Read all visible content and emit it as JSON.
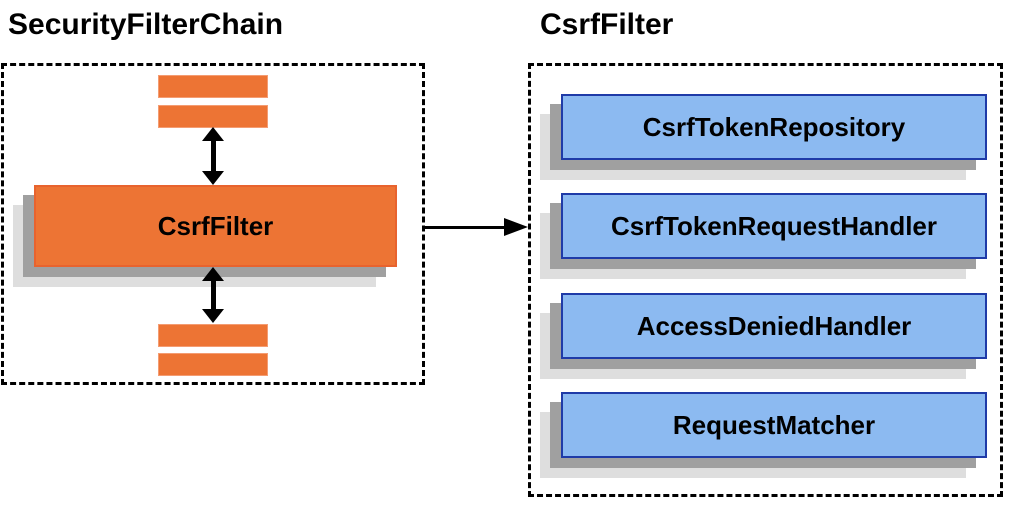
{
  "left_section": {
    "title": "SecurityFilterChain",
    "filter_label": "CsrfFilter"
  },
  "right_section": {
    "title": "CsrfFilter",
    "components": [
      {
        "label": "CsrfTokenRepository"
      },
      {
        "label": "CsrfTokenRequestHandler"
      },
      {
        "label": "AccessDeniedHandler"
      },
      {
        "label": "RequestMatcher"
      }
    ]
  },
  "colors": {
    "orange_fill": "#ED7434",
    "orange_border": "#E8632E",
    "blue_fill": "#8CBAF1",
    "blue_border": "#1F3BA8",
    "shadow_dark": "#A0A0A0",
    "shadow_light": "#DEDEDE",
    "arrow": "#000000",
    "dashed_border": "#000000"
  }
}
